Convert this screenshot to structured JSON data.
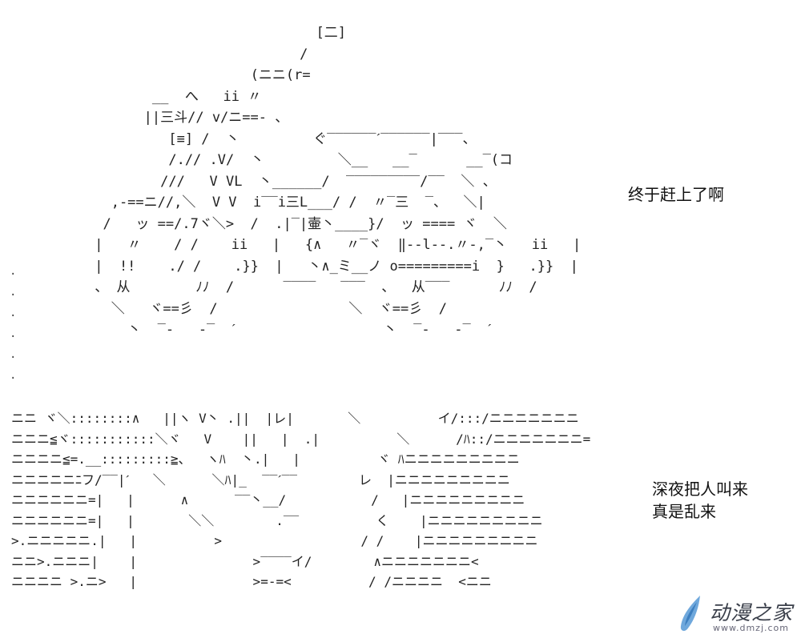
{
  "top_panel": {
    "art": "                            [二]\n                          /\n                    (ニニ(r=\n        __  へ   ii 〃\n       ||三斗// v/ニ==- 、\n          [≡] /  丶         ぐ‾‾‾‾‾‾ˊ‾‾‾‾‾‾|‾‾‾、\n          /.// .V/  丶         ＼__   __‾      __‾(コ\n         ///   V VL  丶______/  ‾‾‾‾‾‾‾‾‾/‾‾  ＼ 、\n   ,-==ニ//,＼  V V  i‾‾i三L___/ /  〃‾三  ‾、  ＼|\n  /   ッ ==/.7ヾ＼>  /  .|‾|壷丶____}/  ッ ==== ヾ  ＼\n |   〃    / /    ii   |   {∧   〃‾ヾ  ‖--l--.〃-,‾丶   ii   |\n |  !!    ./ /    .}}  |   丶∧_ミ__ノ o=========i  }   .}}  |\n 、 从        ﾉﾉ  /      ‾‾‾‾   ‾‾‾  、  从‾‾‾      ﾉﾉ  /\n   ＼   ヾ==彡  /                ＼  ヾ==彡  /\n     丶  ‾-   -‾  ˊ                  丶  ‾-   -‾  ˊ",
    "margin_dots": ".\n.\n.\n.\n.\n.",
    "caption": "终于赶上了啊"
  },
  "bottom_panel": {
    "art": "ニニ ヾ＼::::::::∧   ||ヽ V丶 .||  |レ|       ＼          イ/:::/ニニニニニニニ\nニニニ≦ヾ:::::::::::＼ヾ   V    ||   |  .|          ＼      /ﾊ::/ニニニニニニニ=\nニニニニ≦=.__:::::::::≧、  ヽﾊ  丶.|   |          ヾ ﾊニニニニニニニニニ\nニニニニニﾆフ/‾‾|ˊ   ＼      ＼ﾊ|_  ‾‾ˊ‾‾        レ  |ニニニニニニニニニ\nニニニニニニ=|   |      ∧      ‾‾丶__/           /   |ニニニニニニニニニ\nニニニニニニ=|   |       ＼＼        .‾‾          く    |ニニニニニニニニニ\n>.ニニニニニ.|   |          >                  / /    |ニニニニニニニニニ\nニニ>.ニニニ|    |               >‾‾‾‾イ/        ∧ニニニニニニニ<\nニニニニ >.ニ>   |               >=-=<          / /ニニニニ  <ニニ",
    "caption_lines": [
      "深夜把人叫来",
      "真是乱来"
    ]
  },
  "watermark": {
    "name": "动漫之家",
    "url": "www.dmzj.com"
  },
  "colors": {
    "ink": "#222222",
    "background": "#ffffff",
    "logo_blue": "#6fa8dc",
    "logo_dark_blue": "#3d7fc0"
  }
}
